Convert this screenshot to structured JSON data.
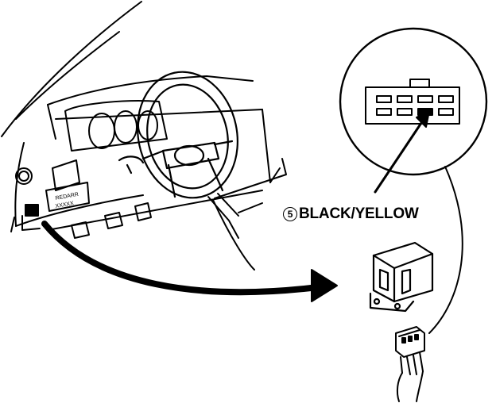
{
  "callout": {
    "number": "5",
    "label": "BLACK/YELLOW"
  },
  "panel_label": {
    "line1": "REDARR",
    "line2": "XXXXX"
  },
  "colors": {
    "ink": "#000000",
    "paper": "#ffffff"
  },
  "icons": [
    "steering-wheel-icon",
    "relay-icon",
    "connector-icon",
    "pointer-arrow-icon",
    "detail-circle-icon"
  ]
}
